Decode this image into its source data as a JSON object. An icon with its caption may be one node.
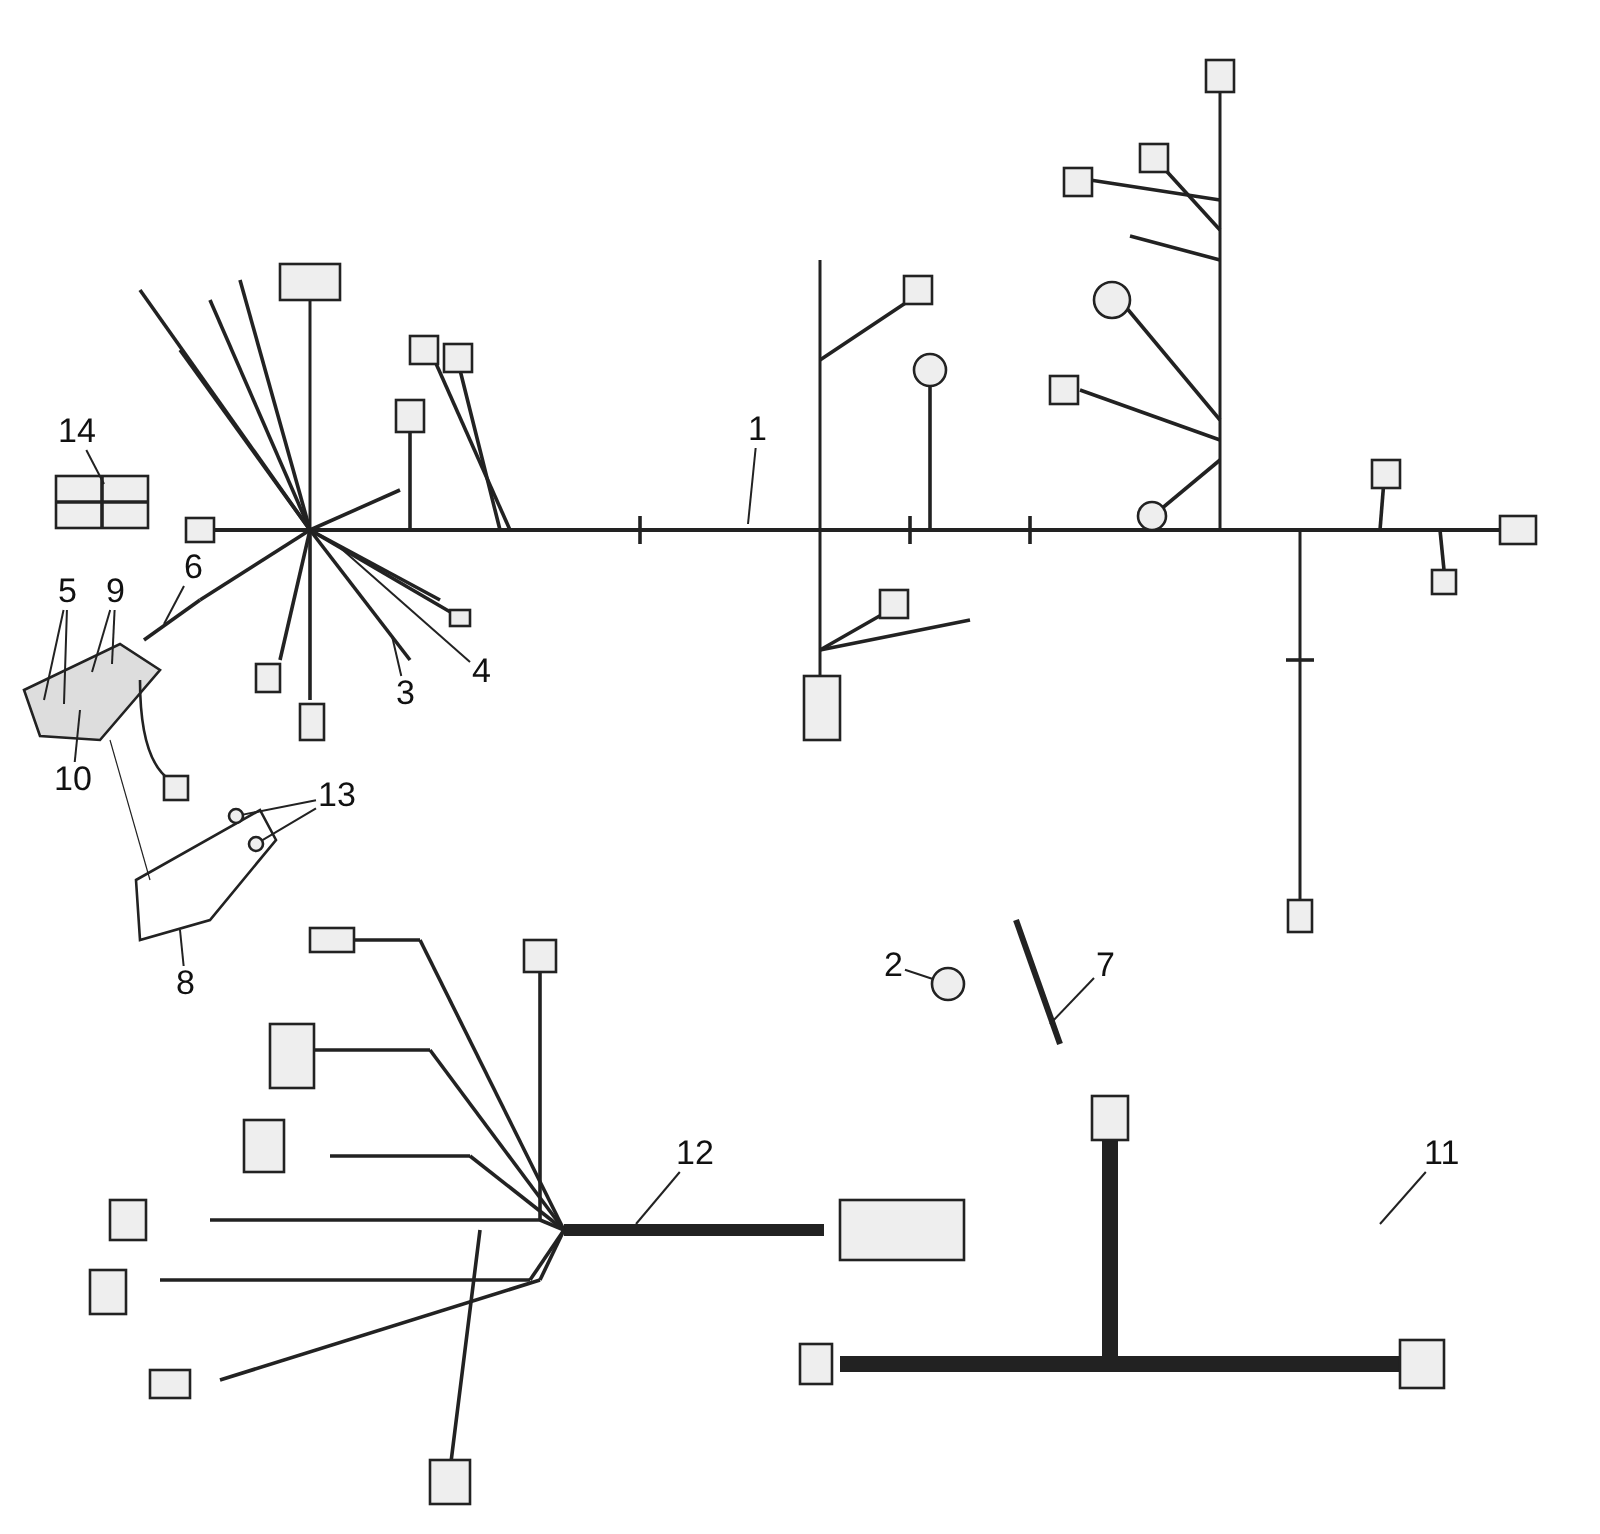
{
  "diagram": {
    "nodes": [
      {
        "text": [
          "14"
        ]
      },
      {
        "text": [
          "1"
        ]
      },
      {
        "text": [
          "6"
        ]
      },
      {
        "text": [
          "5"
        ]
      },
      {
        "text": [
          "9"
        ]
      },
      {
        "text": [
          "4"
        ]
      },
      {
        "text": [
          "3"
        ]
      },
      {
        "text": [
          "10"
        ]
      },
      {
        "text": [
          "13"
        ]
      },
      {
        "text": [
          "8"
        ]
      },
      {
        "text": [
          "7"
        ]
      },
      {
        "text": [
          "2"
        ]
      },
      {
        "text": [
          "12"
        ]
      },
      {
        "text": [
          "11"
        ]
      },
      {
        "text": [],
        "shape": "circle"
      },
      {
        "text": [],
        "shape": "circle"
      },
      {
        "text": [],
        "shape": "circle"
      }
    ],
    "edges": [
      {
        "from": 0,
        "to": null,
        "arrow": "none"
      },
      {
        "from": 1,
        "to": null,
        "arrow": "none"
      },
      {
        "from": 2,
        "to": null,
        "arrow": "none"
      },
      {
        "from": 3,
        "to": null,
        "arrow": "none"
      },
      {
        "from": 3,
        "to": null,
        "arrow": "none"
      },
      {
        "from": 4,
        "to": null,
        "arrow": "none"
      },
      {
        "from": 4,
        "to": null,
        "arrow": "none"
      },
      {
        "from": 5,
        "to": null,
        "arrow": "none"
      },
      {
        "from": 6,
        "to": null,
        "arrow": "none"
      },
      {
        "from": 7,
        "to": null,
        "arrow": "none"
      },
      {
        "from": 8,
        "to": 14,
        "arrow": "none"
      },
      {
        "from": 8,
        "to": 15,
        "arrow": "none"
      },
      {
        "from": 9,
        "to": null,
        "arrow": "none"
      },
      {
        "from": 10,
        "to": null,
        "arrow": "none"
      },
      {
        "from": 11,
        "to": 16,
        "arrow": "none"
      },
      {
        "from": 12,
        "to": null,
        "arrow": "none"
      },
      {
        "from": 13,
        "to": null,
        "arrow": "none"
      }
    ]
  }
}
